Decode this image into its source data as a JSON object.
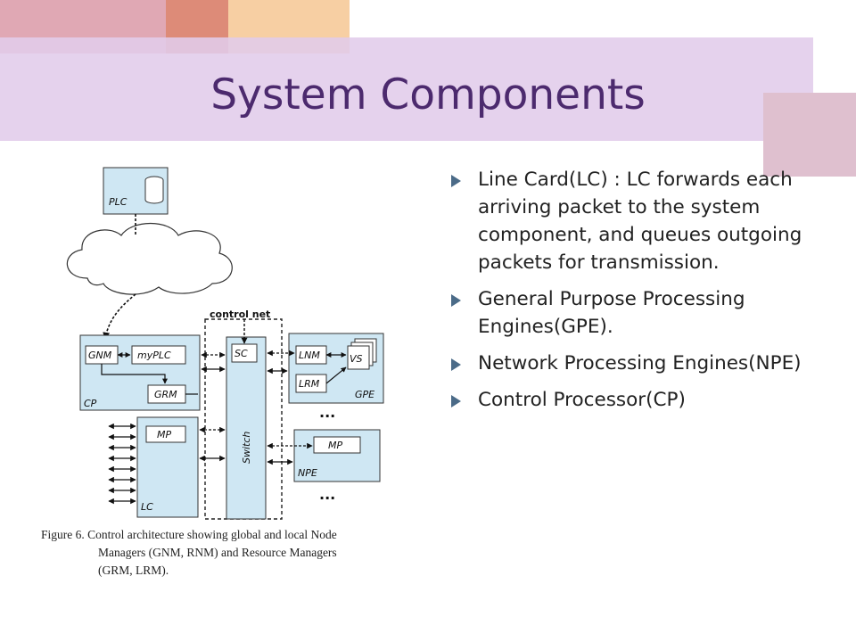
{
  "title": "System Components",
  "figure": {
    "labels": {
      "plc": "PLC",
      "control_net": "control net",
      "gnm": "GNM",
      "myplc": "myPLC",
      "grm": "GRM",
      "cp": "CP",
      "sc": "SC",
      "switch": "Switch",
      "lnm": "LNM",
      "vs": "VS",
      "lrm": "LRM",
      "gpe": "GPE",
      "mp_lc": "MP",
      "lc": "LC",
      "mp_npe": "MP",
      "npe": "NPE",
      "dots1": "...",
      "dots2": "..."
    },
    "caption": [
      "Figure 6.  Control architecture showing global and local Node",
      "Managers (GNM, RNM) and Resource Managers",
      "(GRM, LRM)."
    ]
  },
  "bullets": [
    "Line Card(LC) : LC forwards each arriving packet to the system component, and queues outgoing packets for transmission.",
    "General Purpose Processing Engines(GPE).",
    "Network Processing Engines(NPE)",
    "Control Processor(CP)"
  ],
  "colors": {
    "title": "#4c2a6e",
    "title_band": "#e1ccea",
    "bullet_arrow": "#4b6b88",
    "box_fill": "#cfe7f3"
  }
}
